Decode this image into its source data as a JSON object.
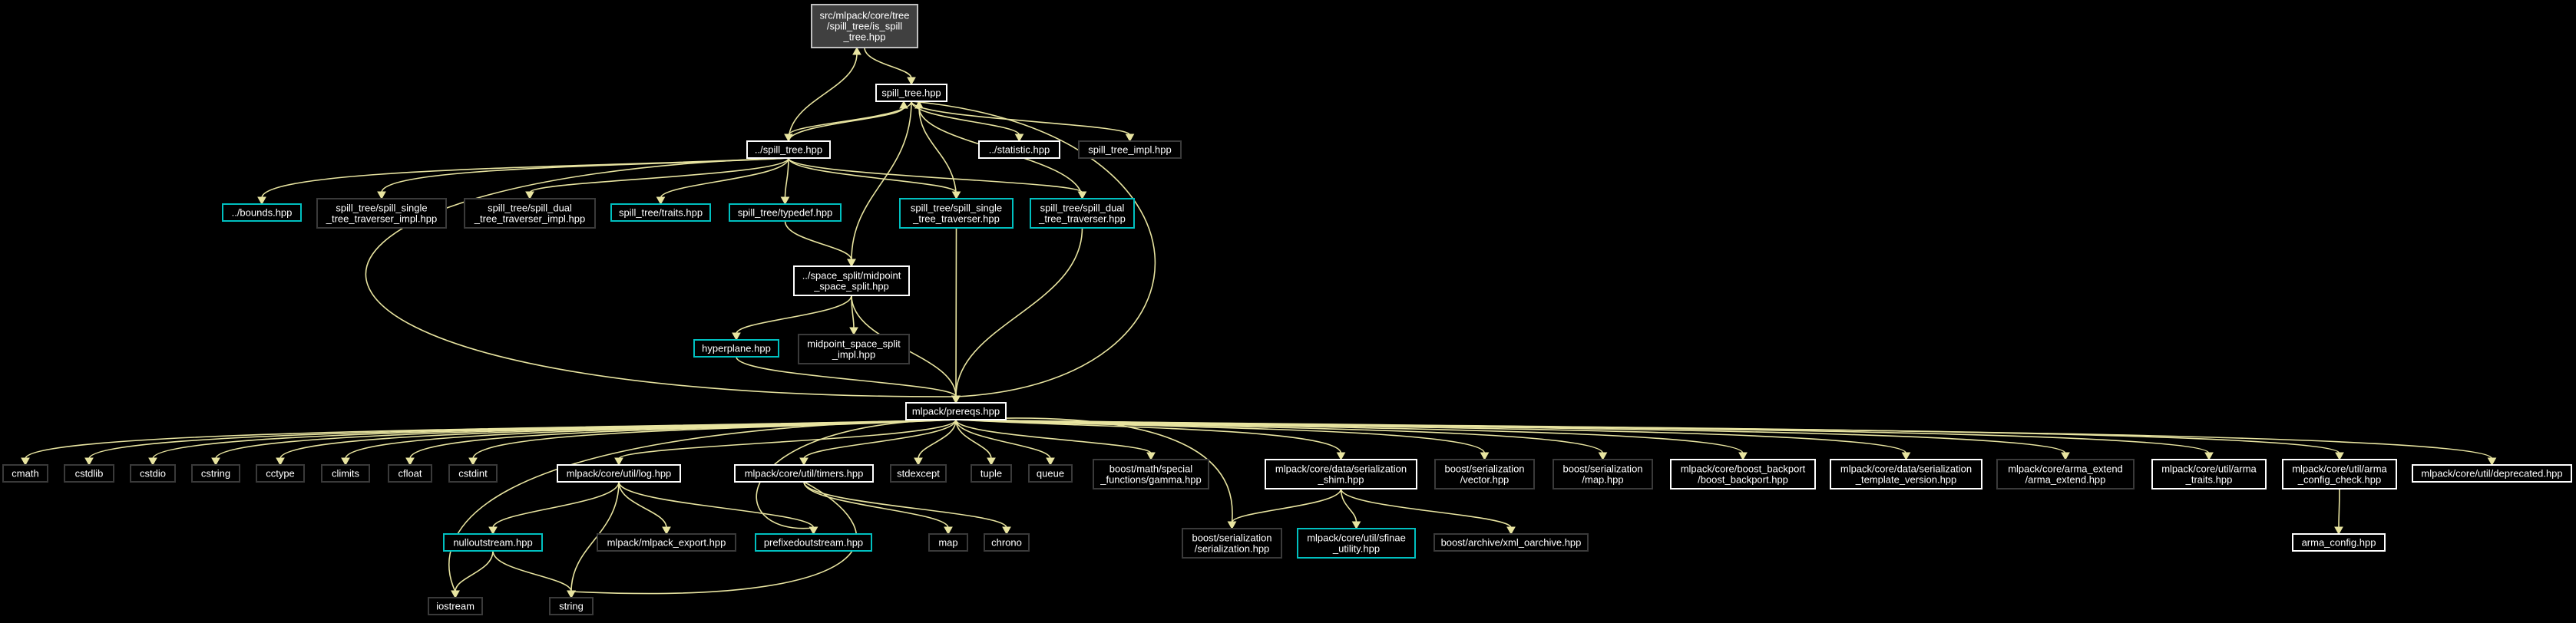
{
  "graph": {
    "title_node": "root",
    "colors": {
      "background": "#000000",
      "edge": "#e8e4a0",
      "node_text": "#ffffff",
      "node_fill": "#000000",
      "root_fill": "#404040",
      "border_root": "#c0c0c0",
      "border_white": "#ffffff",
      "border_cyan": "#00c0c0",
      "border_gray": "#3a3a3a"
    },
    "nodes": [
      {
        "id": "root",
        "lines": [
          "src/mlpack/core/tree",
          "/spill_tree/is_spill",
          "_tree.hpp"
        ],
        "style": "root"
      },
      {
        "id": "spill_tree",
        "lines": [
          "spill_tree.hpp"
        ],
        "style": "white"
      },
      {
        "id": "dot_spill_tree",
        "lines": [
          "../spill_tree.hpp"
        ],
        "style": "white"
      },
      {
        "id": "statistic",
        "lines": [
          "../statistic.hpp"
        ],
        "style": "white"
      },
      {
        "id": "spill_tree_impl",
        "lines": [
          "spill_tree_impl.hpp"
        ],
        "style": "gray"
      },
      {
        "id": "bounds",
        "lines": [
          "../bounds.hpp"
        ],
        "style": "cyan"
      },
      {
        "id": "single_impl",
        "lines": [
          "spill_tree/spill_single",
          "_tree_traverser_impl.hpp"
        ],
        "style": "gray"
      },
      {
        "id": "dual_impl",
        "lines": [
          "spill_tree/spill_dual",
          "_tree_traverser_impl.hpp"
        ],
        "style": "gray"
      },
      {
        "id": "traits",
        "lines": [
          "spill_tree/traits.hpp"
        ],
        "style": "cyan"
      },
      {
        "id": "typedef",
        "lines": [
          "spill_tree/typedef.hpp"
        ],
        "style": "cyan"
      },
      {
        "id": "single_trav",
        "lines": [
          "spill_tree/spill_single",
          "_tree_traverser.hpp"
        ],
        "style": "cyan"
      },
      {
        "id": "dual_trav",
        "lines": [
          "spill_tree/spill_dual",
          "_tree_traverser.hpp"
        ],
        "style": "cyan"
      },
      {
        "id": "midpoint",
        "lines": [
          "../space_split/midpoint",
          "_space_split.hpp"
        ],
        "style": "white"
      },
      {
        "id": "hyperplane",
        "lines": [
          "hyperplane.hpp"
        ],
        "style": "cyan"
      },
      {
        "id": "midpoint_impl",
        "lines": [
          "midpoint_space_split",
          "_impl.hpp"
        ],
        "style": "gray"
      },
      {
        "id": "prereqs",
        "lines": [
          "mlpack/prereqs.hpp"
        ],
        "style": "white"
      },
      {
        "id": "cmath",
        "lines": [
          "cmath"
        ],
        "style": "gray"
      },
      {
        "id": "cstdlib",
        "lines": [
          "cstdlib"
        ],
        "style": "gray"
      },
      {
        "id": "cstdio",
        "lines": [
          "cstdio"
        ],
        "style": "gray"
      },
      {
        "id": "cstring",
        "lines": [
          "cstring"
        ],
        "style": "gray"
      },
      {
        "id": "cctype",
        "lines": [
          "cctype"
        ],
        "style": "gray"
      },
      {
        "id": "climits",
        "lines": [
          "climits"
        ],
        "style": "gray"
      },
      {
        "id": "cfloat",
        "lines": [
          "cfloat"
        ],
        "style": "gray"
      },
      {
        "id": "cstdint",
        "lines": [
          "cstdint"
        ],
        "style": "gray"
      },
      {
        "id": "log",
        "lines": [
          "mlpack/core/util/log.hpp"
        ],
        "style": "white"
      },
      {
        "id": "timers",
        "lines": [
          "mlpack/core/util/timers.hpp"
        ],
        "style": "white"
      },
      {
        "id": "stdexcept",
        "lines": [
          "stdexcept"
        ],
        "style": "gray"
      },
      {
        "id": "tuple",
        "lines": [
          "tuple"
        ],
        "style": "gray"
      },
      {
        "id": "queue",
        "lines": [
          "queue"
        ],
        "style": "gray"
      },
      {
        "id": "gamma",
        "lines": [
          "boost/math/special",
          "_functions/gamma.hpp"
        ],
        "style": "gray"
      },
      {
        "id": "ser_shim",
        "lines": [
          "mlpack/core/data/serialization",
          "_shim.hpp"
        ],
        "style": "white"
      },
      {
        "id": "bs_vector",
        "lines": [
          "boost/serialization",
          "/vector.hpp"
        ],
        "style": "gray"
      },
      {
        "id": "bs_map",
        "lines": [
          "boost/serialization",
          "/map.hpp"
        ],
        "style": "gray"
      },
      {
        "id": "boost_backport",
        "lines": [
          "mlpack/core/boost_backport",
          "/boost_backport.hpp"
        ],
        "style": "white"
      },
      {
        "id": "ser_template",
        "lines": [
          "mlpack/core/data/serialization",
          "_template_version.hpp"
        ],
        "style": "white"
      },
      {
        "id": "arma_extend",
        "lines": [
          "mlpack/core/arma_extend",
          "/arma_extend.hpp"
        ],
        "style": "gray"
      },
      {
        "id": "arma_traits",
        "lines": [
          "mlpack/core/util/arma",
          "_traits.hpp"
        ],
        "style": "white"
      },
      {
        "id": "arma_config_check",
        "lines": [
          "mlpack/core/util/arma",
          "_config_check.hpp"
        ],
        "style": "white"
      },
      {
        "id": "deprecated",
        "lines": [
          "mlpack/core/util/deprecated.hpp"
        ],
        "style": "white"
      },
      {
        "id": "nulloutstream",
        "lines": [
          "nulloutstream.hpp"
        ],
        "style": "cyan"
      },
      {
        "id": "mlpack_export",
        "lines": [
          "mlpack/mlpack_export.hpp"
        ],
        "style": "gray"
      },
      {
        "id": "prefixed",
        "lines": [
          "prefixedoutstream.hpp"
        ],
        "style": "cyan"
      },
      {
        "id": "map",
        "lines": [
          "map"
        ],
        "style": "gray"
      },
      {
        "id": "chrono",
        "lines": [
          "chrono"
        ],
        "style": "gray"
      },
      {
        "id": "bs_serialization",
        "lines": [
          "boost/serialization",
          "/serialization.hpp"
        ],
        "style": "gray"
      },
      {
        "id": "sfinae",
        "lines": [
          "mlpack/core/util/sfinae",
          "_utility.hpp"
        ],
        "style": "cyan"
      },
      {
        "id": "xml_oarchive",
        "lines": [
          "boost/archive/xml_oarchive.hpp"
        ],
        "style": "gray"
      },
      {
        "id": "arma_config",
        "lines": [
          "arma_config.hpp"
        ],
        "style": "white"
      },
      {
        "id": "iostream",
        "lines": [
          "iostream"
        ],
        "style": "gray"
      },
      {
        "id": "string",
        "lines": [
          "string"
        ],
        "style": "gray"
      }
    ],
    "edges": [
      [
        "root",
        "spill_tree"
      ],
      [
        "spill_tree",
        "dot_spill_tree"
      ],
      [
        "spill_tree",
        "statistic"
      ],
      [
        "spill_tree",
        "spill_tree_impl"
      ],
      [
        "spill_tree",
        "midpoint"
      ],
      [
        "spill_tree",
        "prereqs"
      ],
      [
        "dot_spill_tree",
        "root"
      ],
      [
        "dot_spill_tree",
        "spill_tree"
      ],
      [
        "dot_spill_tree",
        "bounds"
      ],
      [
        "dot_spill_tree",
        "single_impl"
      ],
      [
        "dot_spill_tree",
        "dual_impl"
      ],
      [
        "dot_spill_tree",
        "traits"
      ],
      [
        "dot_spill_tree",
        "typedef"
      ],
      [
        "dot_spill_tree",
        "single_trav"
      ],
      [
        "dot_spill_tree",
        "dual_trav"
      ],
      [
        "dot_spill_tree",
        "prereqs"
      ],
      [
        "single_trav",
        "spill_tree"
      ],
      [
        "single_trav",
        "prereqs"
      ],
      [
        "dual_trav",
        "spill_tree"
      ],
      [
        "dual_trav",
        "prereqs"
      ],
      [
        "typedef",
        "midpoint"
      ],
      [
        "midpoint",
        "hyperplane"
      ],
      [
        "midpoint",
        "midpoint_impl"
      ],
      [
        "midpoint",
        "prereqs"
      ],
      [
        "hyperplane",
        "prereqs"
      ],
      [
        "prereqs",
        "cmath"
      ],
      [
        "prereqs",
        "cstdlib"
      ],
      [
        "prereqs",
        "cstdio"
      ],
      [
        "prereqs",
        "cstring"
      ],
      [
        "prereqs",
        "cctype"
      ],
      [
        "prereqs",
        "climits"
      ],
      [
        "prereqs",
        "cfloat"
      ],
      [
        "prereqs",
        "cstdint"
      ],
      [
        "prereqs",
        "iostream"
      ],
      [
        "prereqs",
        "log"
      ],
      [
        "prereqs",
        "prefixed"
      ],
      [
        "prereqs",
        "timers"
      ],
      [
        "prereqs",
        "stdexcept"
      ],
      [
        "prereqs",
        "tuple"
      ],
      [
        "prereqs",
        "queue"
      ],
      [
        "prereqs",
        "gamma"
      ],
      [
        "prereqs",
        "bs_serialization"
      ],
      [
        "prereqs",
        "ser_shim"
      ],
      [
        "prereqs",
        "bs_vector"
      ],
      [
        "prereqs",
        "bs_map"
      ],
      [
        "prereqs",
        "boost_backport"
      ],
      [
        "prereqs",
        "ser_template"
      ],
      [
        "prereqs",
        "arma_extend"
      ],
      [
        "prereqs",
        "arma_traits"
      ],
      [
        "prereqs",
        "arma_config_check"
      ],
      [
        "prereqs",
        "deprecated"
      ],
      [
        "log",
        "nulloutstream"
      ],
      [
        "log",
        "mlpack_export"
      ],
      [
        "log",
        "prefixed"
      ],
      [
        "log",
        "string"
      ],
      [
        "nulloutstream",
        "iostream"
      ],
      [
        "nulloutstream",
        "string"
      ],
      [
        "timers",
        "map"
      ],
      [
        "timers",
        "chrono"
      ],
      [
        "timers",
        "string"
      ],
      [
        "ser_shim",
        "bs_serialization"
      ],
      [
        "ser_shim",
        "sfinae"
      ],
      [
        "ser_shim",
        "xml_oarchive"
      ],
      [
        "arma_config_check",
        "arma_config"
      ]
    ]
  }
}
